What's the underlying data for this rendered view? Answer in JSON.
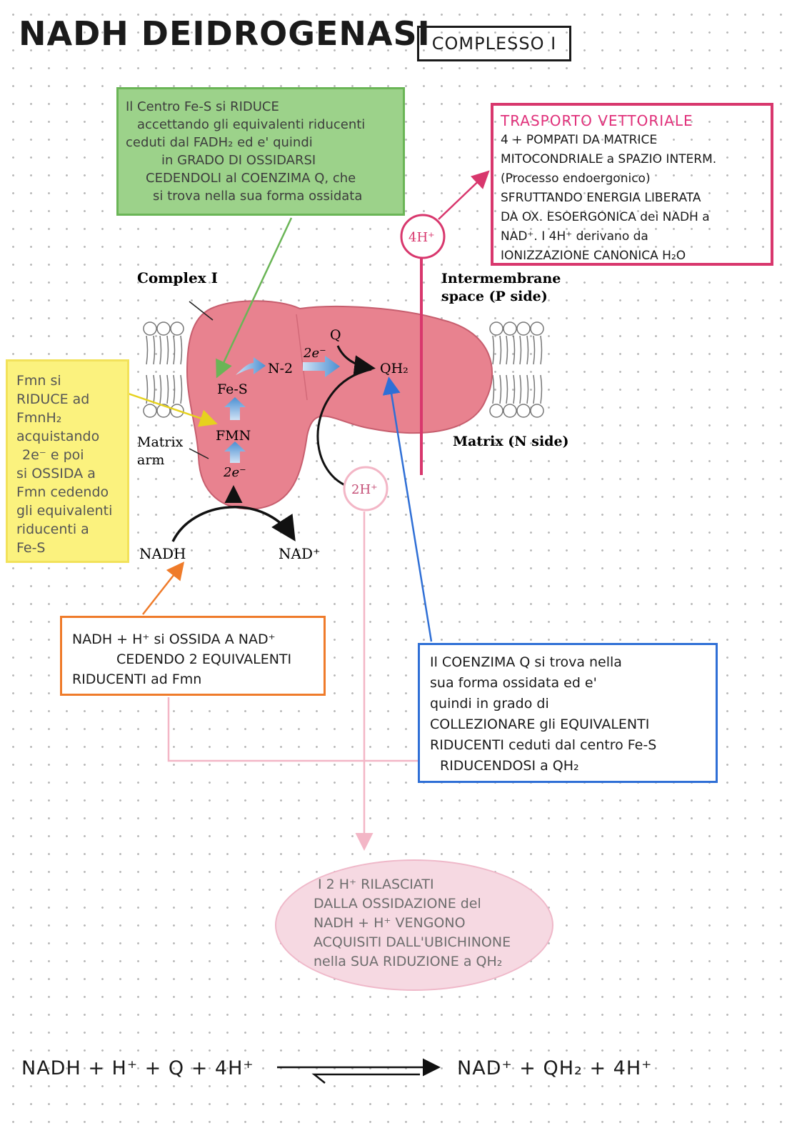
{
  "title": "NADH DEIDROGENASI",
  "complex_label": "COMPLESSO I",
  "green_note": [
    "Il Centro Fe-S si RIDUCE",
    "accettando gli equivalenti riducenti",
    "ceduti dal FADH₂ ed e' quindi",
    "in GRADO DI OSSIDARSI",
    "CEDENDOLI al COENZIMA Q, che",
    "si trova nella sua forma ossidata"
  ],
  "pink_note": [
    "TRASPORTO VETTORIALE",
    "4 + POMPATI DA MATRICE",
    "MITOCONDRIALE a SPAZIO INTERM.",
    "(Processo endoergonico)",
    "SFRUTTANDO ENERGIA LIBERATA",
    "DA OX. ESOERGONICA dei NADH a",
    "NAD⁺. I 4H⁺ derivano da",
    "IONIZZAZIONE CANONICA H₂O"
  ],
  "yellow_note": [
    "Fmn si",
    "RIDUCE ad",
    "FmnH₂",
    "acquistando",
    "2e⁻ e poi",
    "si OSSIDA a",
    "Fmn cedendo",
    "gli equivalenti",
    "riducenti a",
    "Fe-S"
  ],
  "orange_note": [
    "NADH + H⁺ si OSSIDA A NAD⁺",
    "CEDENDO 2 EQUIVALENTI",
    "RIDUCENTI ad Fmn"
  ],
  "blue_note": [
    "Il COENZIMA Q si trova nella",
    "sua forma ossidata ed e'",
    "quindi in grado di",
    "COLLEZIONARE gli EQUIVALENTI",
    "RIDUCENTI ceduti dal centro Fe-S",
    "RIDUCENDOSI a QH₂"
  ],
  "ellipse_note": [
    "I 2 H⁺ RILASCIATI",
    "DALLA OSSIDAZIONE del",
    "NADH + H⁺ VENGONO",
    "ACQUISITI DALL'UBICHINONE",
    "nella SUA RIDUZIONE a QH₂"
  ],
  "diagram": {
    "complex_label": "Complex I",
    "intermembrane_line1": "Intermembrane",
    "intermembrane_line2": "space (P side)",
    "matrix_arm_line1": "Matrix",
    "matrix_arm_line2": "arm",
    "matrix_side": "Matrix (N side)",
    "fes": "Fe-S",
    "fmn": "FMN",
    "n2": "N-2",
    "two_e_top": "2e⁻",
    "two_e_bottom": "2e⁻",
    "q": "Q",
    "qh2": "QH₂",
    "nadh": "NADH",
    "nad_plus": "NAD⁺",
    "four_h": "4H⁺",
    "two_h": "2H⁺"
  },
  "equation": {
    "left": "NADH + H⁺ + Q + 4H⁺",
    "right": "NAD⁺ + QH₂ + 4H⁺"
  },
  "colors": {
    "green_box": "#9cd28a",
    "pink_border": "#d8376d",
    "yellow_box": "#fbf27e",
    "orange_border": "#ef7b2a",
    "blue_border": "#2f6fd6",
    "ellipse_fill": "#f6d9e2",
    "complex_fill": "#e8828f"
  }
}
